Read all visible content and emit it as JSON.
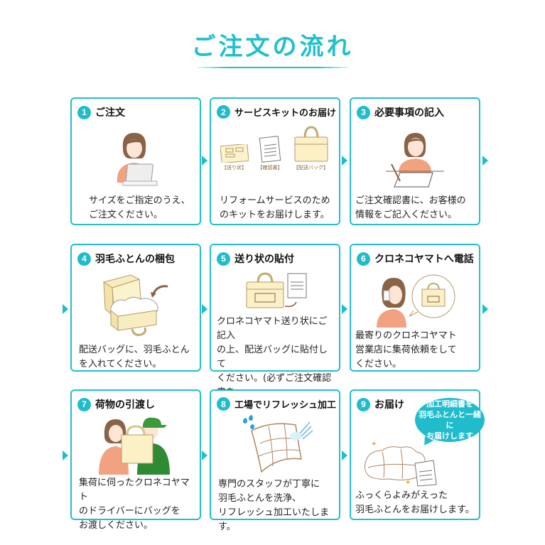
{
  "page": {
    "title": "ご注文の流れ",
    "accent_color": "#21c0cb"
  },
  "steps": [
    {
      "number": "1",
      "title": "ご注文",
      "illustration": "woman-with-laptop",
      "text": "サイズをご指定のうえ、\nご注文ください。"
    },
    {
      "number": "2",
      "title": "サービスキットのお届け",
      "illustration": "service-kit",
      "kit_labels": [
        "【送り状】",
        "【確認書】",
        "【配送バッグ】"
      ],
      "doc_label": "確認書",
      "text": "リフォームサービスのため\nのキットをお届けします。"
    },
    {
      "number": "3",
      "title": "必要事項の記入",
      "illustration": "woman-writing",
      "text": "ご注文確認書に、お客様の\n情報をご記入ください。"
    },
    {
      "number": "4",
      "title": "羽毛ふとんの梱包",
      "illustration": "futon-into-box",
      "text": "配送バッグに、羽毛ふとん\nを入れてください。"
    },
    {
      "number": "5",
      "title": "送り状の貼付",
      "illustration": "bag-with-label",
      "doc_label": "確認書",
      "text": "クロネコヤマト送り状にご記入\nの上、配送バッグに貼付して\nください。(必ずご注文確認書を\nバッグに入れてください。)"
    },
    {
      "number": "6",
      "title": "クロネコヤマトへ電話",
      "illustration": "woman-on-phone",
      "text": "最寄りのクロネコヤマト\n営業店に集荷依頼をして\nください。"
    },
    {
      "number": "7",
      "title": "荷物の引渡し",
      "illustration": "handover-to-driver",
      "text": "集荷に伺ったクロネコヤマト\nのドライバーにバッグを\nお渡しください。"
    },
    {
      "number": "8",
      "title": "工場でリフレッシュ加工",
      "illustration": "futon-washing",
      "text": "専門のスタッフが丁寧に\n羽毛ふとんを洗浄、\nリフレッシュ加工いたします。"
    },
    {
      "number": "9",
      "title": "お届け",
      "illustration": "fluffy-futon",
      "bubble": "加工明細書を\n羽毛ふとんと一緒に\nお届けします",
      "doc_label": "明細書",
      "text": "ふっくらよみがえった\n羽毛ふとんをお届けします。"
    }
  ]
}
